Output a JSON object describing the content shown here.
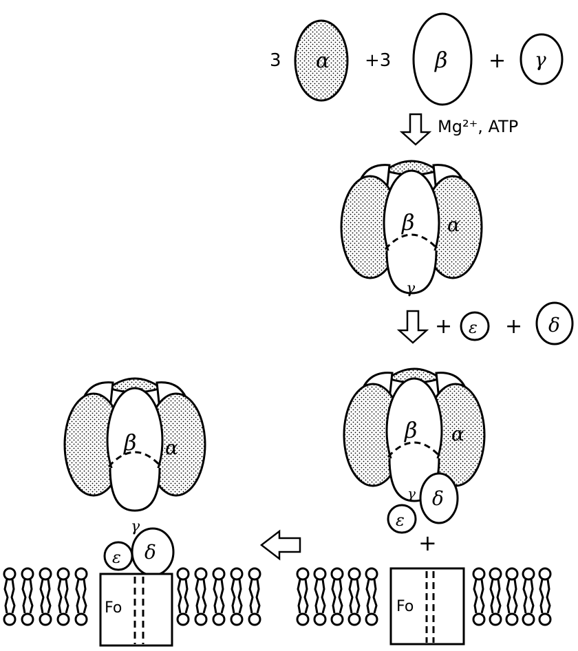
{
  "reaction_top": {
    "coef_alpha": "3",
    "plus_coef_beta": "+3",
    "plus": "+",
    "alpha": "α",
    "beta": "β",
    "gamma": "γ"
  },
  "step1": {
    "conditions": "Mg²⁺, ATP"
  },
  "step2": {
    "plus1": "+",
    "plus2": "+",
    "epsilon": "ε",
    "delta": "δ"
  },
  "complex": {
    "alpha": "α",
    "beta": "β",
    "gamma": "γ",
    "epsilon": "ε",
    "delta": "δ"
  },
  "plus_fo": "+",
  "fo_label": "Fo"
}
